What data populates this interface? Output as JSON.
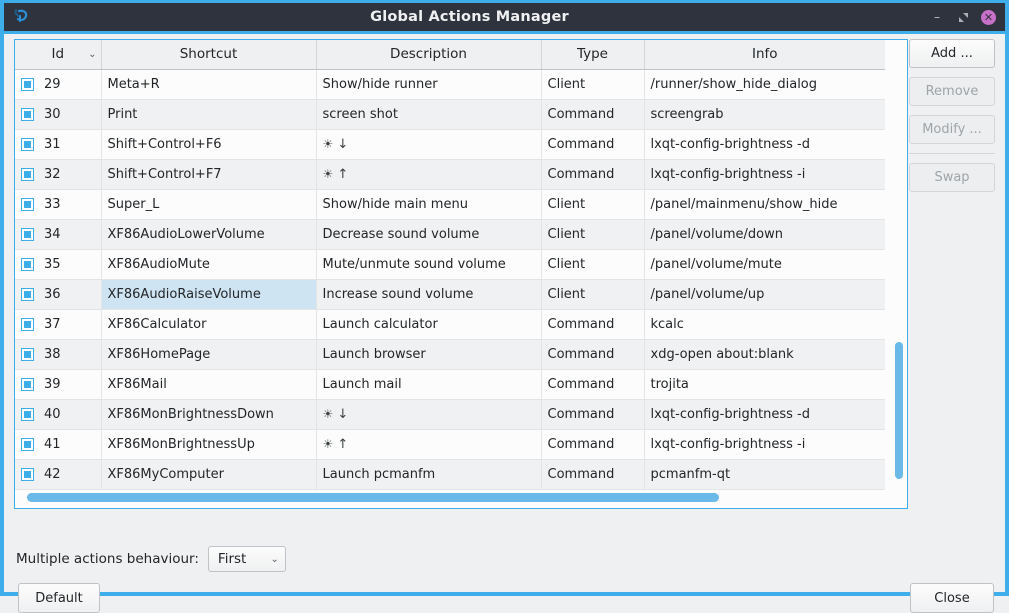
{
  "window": {
    "title": "Global Actions Manager",
    "icon": "lxqt-logo-icon",
    "controls": {
      "minimize": "–",
      "maximize": "◣",
      "close": "✕"
    }
  },
  "table": {
    "columns": [
      "Id",
      "Shortcut",
      "Description",
      "Type",
      "Info"
    ],
    "sort_indicator": "⌄",
    "sort_column": "Id",
    "rows": [
      {
        "id": "29",
        "shortcut": "Meta+R",
        "description": "Show/hide runner",
        "desc_icon": "",
        "desc_arrow": "",
        "type": "Client",
        "info": "/runner/show_hide_dialog",
        "selected": false
      },
      {
        "id": "30",
        "shortcut": "Print",
        "description": "screen shot",
        "desc_icon": "",
        "desc_arrow": "",
        "type": "Command",
        "info": "screengrab",
        "selected": false
      },
      {
        "id": "31",
        "shortcut": "Shift+Control+F6",
        "description": "",
        "desc_icon": "☀",
        "desc_arrow": "↓",
        "type": "Command",
        "info": "lxqt-config-brightness -d",
        "selected": false
      },
      {
        "id": "32",
        "shortcut": "Shift+Control+F7",
        "description": "",
        "desc_icon": "☀",
        "desc_arrow": "↑",
        "type": "Command",
        "info": "lxqt-config-brightness -i",
        "selected": false
      },
      {
        "id": "33",
        "shortcut": "Super_L",
        "description": "Show/hide main menu",
        "desc_icon": "",
        "desc_arrow": "",
        "type": "Client",
        "info": "/panel/mainmenu/show_hide",
        "selected": false
      },
      {
        "id": "34",
        "shortcut": "XF86AudioLowerVolume",
        "description": "Decrease sound volume",
        "desc_icon": "",
        "desc_arrow": "",
        "type": "Client",
        "info": "/panel/volume/down",
        "selected": false
      },
      {
        "id": "35",
        "shortcut": "XF86AudioMute",
        "description": "Mute/unmute sound volume",
        "desc_icon": "",
        "desc_arrow": "",
        "type": "Client",
        "info": "/panel/volume/mute",
        "selected": false
      },
      {
        "id": "36",
        "shortcut": "XF86AudioRaiseVolume",
        "description": "Increase sound volume",
        "desc_icon": "",
        "desc_arrow": "",
        "type": "Client",
        "info": "/panel/volume/up",
        "selected": true
      },
      {
        "id": "37",
        "shortcut": "XF86Calculator",
        "description": "Launch calculator",
        "desc_icon": "",
        "desc_arrow": "",
        "type": "Command",
        "info": "kcalc",
        "selected": false
      },
      {
        "id": "38",
        "shortcut": "XF86HomePage",
        "description": "Launch browser",
        "desc_icon": "",
        "desc_arrow": "",
        "type": "Command",
        "info": "xdg-open about:blank",
        "selected": false
      },
      {
        "id": "39",
        "shortcut": "XF86Mail",
        "description": "Launch mail",
        "desc_icon": "",
        "desc_arrow": "",
        "type": "Command",
        "info": "trojita",
        "selected": false
      },
      {
        "id": "40",
        "shortcut": "XF86MonBrightnessDown",
        "description": "",
        "desc_icon": "☀",
        "desc_arrow": "↓",
        "type": "Command",
        "info": "lxqt-config-brightness -d",
        "selected": false
      },
      {
        "id": "41",
        "shortcut": "XF86MonBrightnessUp",
        "description": "",
        "desc_icon": "☀",
        "desc_arrow": "↑",
        "type": "Command",
        "info": "lxqt-config-brightness -i",
        "selected": false
      },
      {
        "id": "42",
        "shortcut": "XF86MyComputer",
        "description": "Launch pcmanfm",
        "desc_icon": "",
        "desc_arrow": "",
        "type": "Command",
        "info": "pcmanfm-qt",
        "selected": false
      }
    ]
  },
  "side_buttons": [
    {
      "label": "Add ...",
      "name": "add-button",
      "disabled": false
    },
    {
      "label": "Remove",
      "name": "remove-button",
      "disabled": true
    },
    {
      "label": "Modify ...",
      "name": "modify-button",
      "disabled": true
    },
    {
      "label": "Swap",
      "name": "swap-button",
      "disabled": true
    }
  ],
  "bottom": {
    "behaviour_label": "Multiple actions behaviour:",
    "behaviour_value": "First",
    "behaviour_caret": "⌄",
    "default_label": "Default",
    "close_label": "Close"
  },
  "colors": {
    "titlebar": "#2f333d",
    "accent": "#3daee9",
    "close_button": "#c770c7",
    "selection": "#cfe4f2",
    "window_bg": "#eff0f1"
  }
}
